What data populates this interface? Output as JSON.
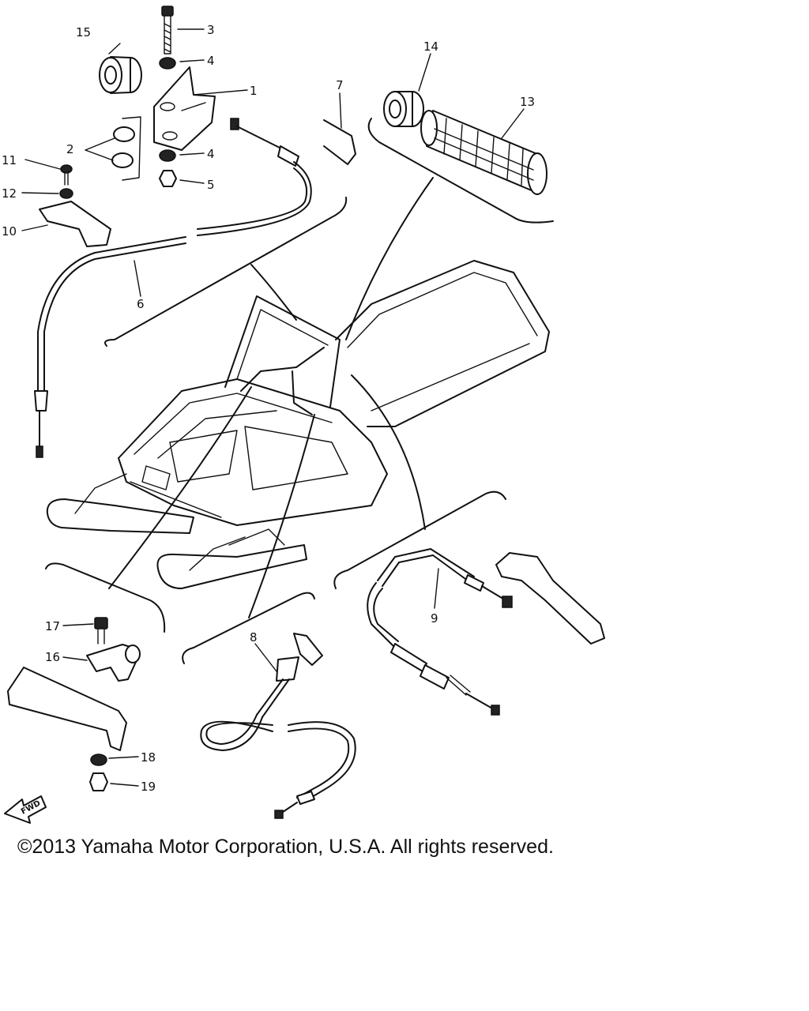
{
  "callouts": {
    "c1": "1",
    "c2": "2",
    "c3": "3",
    "c4a": "4",
    "c4b": "4",
    "c5": "5",
    "c6": "6",
    "c7": "7",
    "c8": "8",
    "c9": "9",
    "c10": "10",
    "c11": "11",
    "c12": "12",
    "c13": "13",
    "c14": "14",
    "c15": "15",
    "c16": "16",
    "c17": "17",
    "c18": "18",
    "c19": "19"
  },
  "fwd_label": "FWD",
  "copyright": "©2013 Yamaha Motor Corporation, U.S.A. All rights reserved."
}
